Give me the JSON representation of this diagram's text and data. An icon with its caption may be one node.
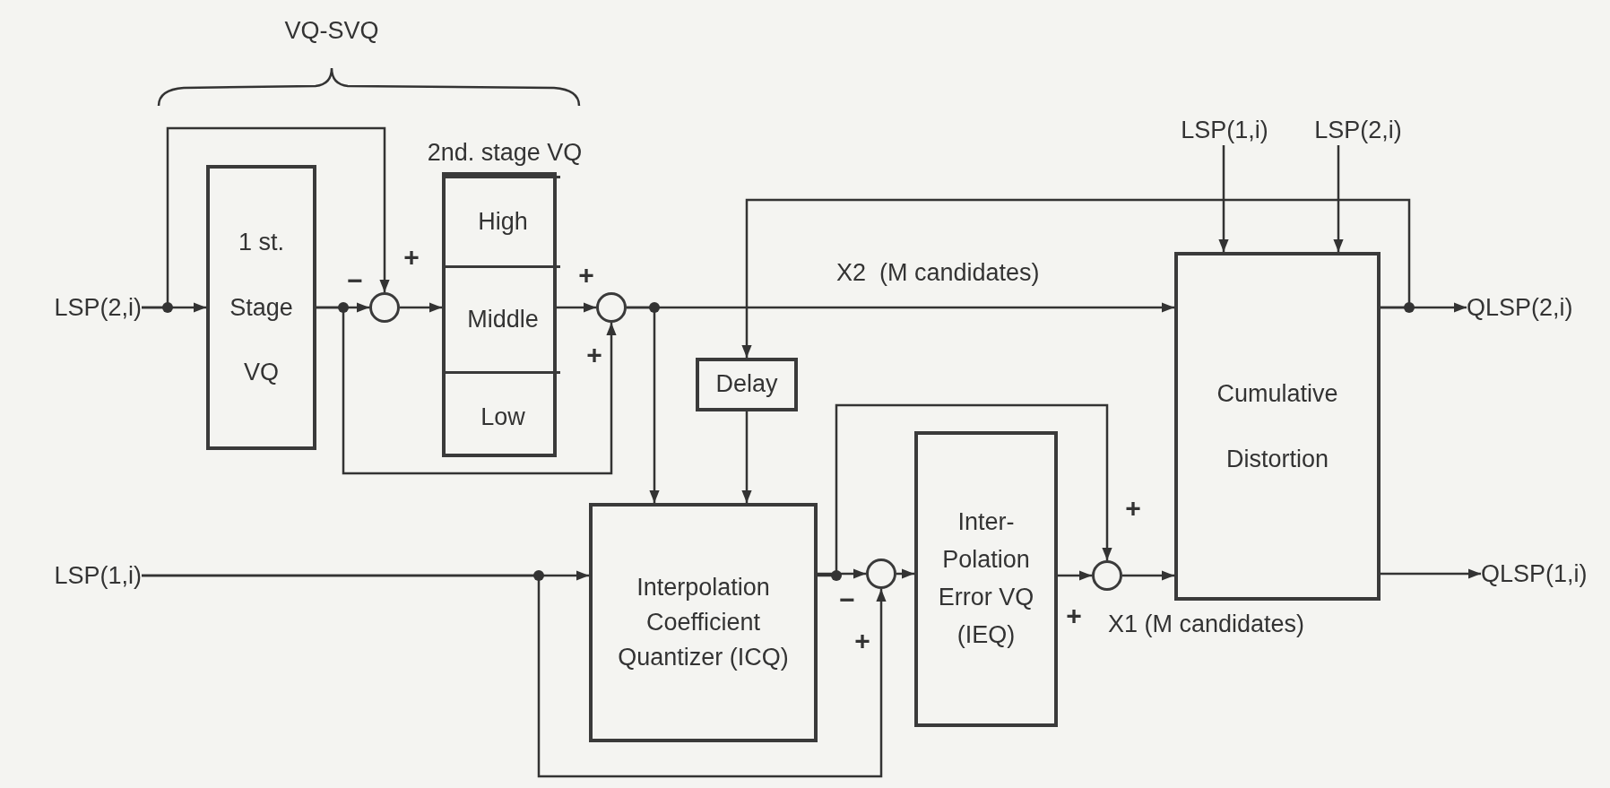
{
  "diagram": {
    "nodes": [
      {
        "text": [
          "LSP(2,i)"
        ]
      },
      {
        "text": [
          "1 st. Stage VQ"
        ]
      },
      {
        "text": [],
        "shape": "circle"
      },
      {
        "text": [
          "2nd. stage VQ"
        ]
      },
      {
        "text": [
          "High"
        ],
        "in": 3
      },
      {
        "text": [
          "Middle"
        ],
        "in": 3
      },
      {
        "text": [
          "Low"
        ],
        "in": 3
      },
      {
        "text": [],
        "shape": "circle"
      },
      {
        "text": [
          "Delay"
        ]
      },
      {
        "text": [
          "LSP(1,i)"
        ]
      },
      {
        "text": [
          "Interpolation Coefficient Quantizer (ICQ)"
        ]
      },
      {
        "text": [],
        "shape": "circle"
      },
      {
        "text": [
          "Inter- Polation Error VQ (IEQ)"
        ]
      },
      {
        "text": [],
        "shape": "circle"
      },
      {
        "text": [
          "LSP(1,i)"
        ]
      },
      {
        "text": [
          "LSP(2,i)"
        ]
      },
      {
        "text": [
          "Cumulative Distortion"
        ]
      },
      {
        "text": [
          "QLSP(2,i)"
        ]
      },
      {
        "text": [
          "QLSP(1,i)"
        ]
      }
    ],
    "edges": [
      {
        "from": 0,
        "to": 1,
        "arrow": "to"
      },
      {
        "from": 0,
        "to": 2,
        "arrow": "to"
      },
      {
        "from": 1,
        "to": 2,
        "arrow": "to"
      },
      {
        "from": 1,
        "to": 7,
        "arrow": "to"
      },
      {
        "from": 2,
        "to": 5,
        "arrow": "to"
      },
      {
        "from": 5,
        "to": 7,
        "arrow": "to"
      },
      {
        "from": 7,
        "to": 16,
        "arrow": "to",
        "label": "X2  (M candidates)"
      },
      {
        "from": 7,
        "to": 10,
        "arrow": "to"
      },
      {
        "from": 16,
        "to": 8,
        "arrow": "to"
      },
      {
        "from": 8,
        "to": 10,
        "arrow": "to"
      },
      {
        "from": 9,
        "to": 10,
        "arrow": "to"
      },
      {
        "from": 9,
        "to": 11,
        "arrow": "to"
      },
      {
        "from": 10,
        "to": 11,
        "arrow": "to"
      },
      {
        "from": 10,
        "to": 13,
        "arrow": "to"
      },
      {
        "from": 11,
        "to": 12,
        "arrow": "to"
      },
      {
        "from": 12,
        "to": 13,
        "arrow": "to"
      },
      {
        "from": 13,
        "to": 16,
        "arrow": "to",
        "label": "X1 (M candidates)"
      },
      {
        "from": 14,
        "to": 16,
        "arrow": "to"
      },
      {
        "from": 15,
        "to": 16,
        "arrow": "to"
      },
      {
        "from": 16,
        "to": 17,
        "arrow": "to"
      },
      {
        "from": 16,
        "to": 18,
        "arrow": "to"
      }
    ],
    "labels": [
      "VQ-SVQ",
      "−",
      "+",
      "+",
      "+",
      "−",
      "+",
      "+",
      "+"
    ]
  }
}
